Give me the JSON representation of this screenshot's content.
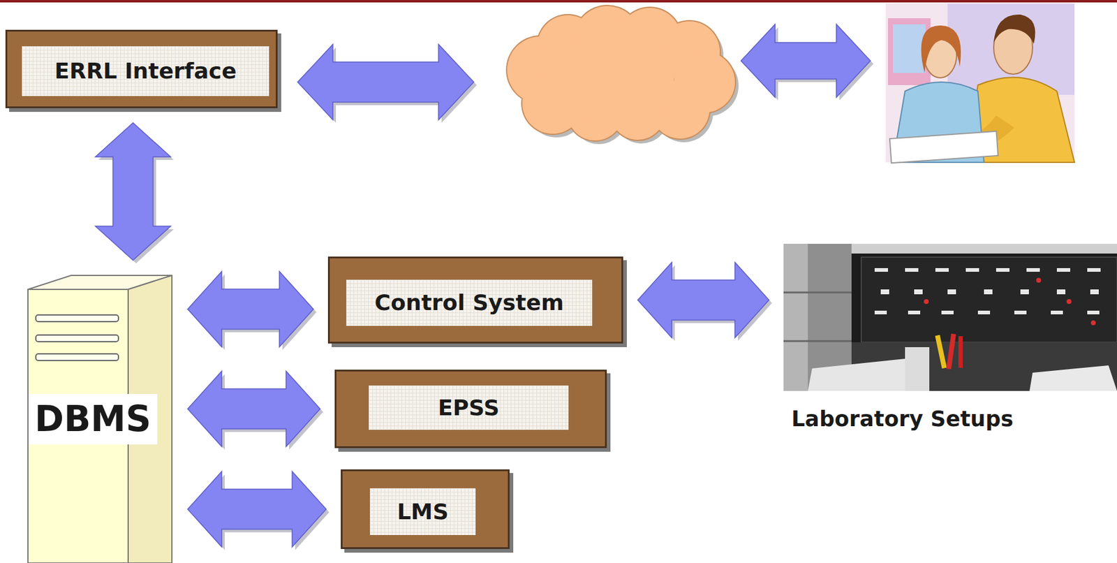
{
  "diagram": {
    "nodes": [
      {
        "text": [
          "ERRL Interface"
        ]
      },
      {
        "text": [
          "DBMS"
        ]
      },
      {
        "text": [
          "Control System"
        ]
      },
      {
        "text": [
          "Laboratory Setups"
        ]
      },
      {
        "text": [
          "EPSS"
        ]
      },
      {
        "text": [
          "LMS"
        ]
      }
    ],
    "edges": [
      {
        "from": 0,
        "to": 1,
        "arrow": "both"
      },
      {
        "from": 1,
        "to": 2,
        "arrow": "both"
      },
      {
        "from": 2,
        "to": 3,
        "arrow": "both"
      },
      {
        "from": 1,
        "to": 4,
        "arrow": "both"
      },
      {
        "from": 1,
        "to": 5,
        "arrow": "both"
      }
    ]
  }
}
